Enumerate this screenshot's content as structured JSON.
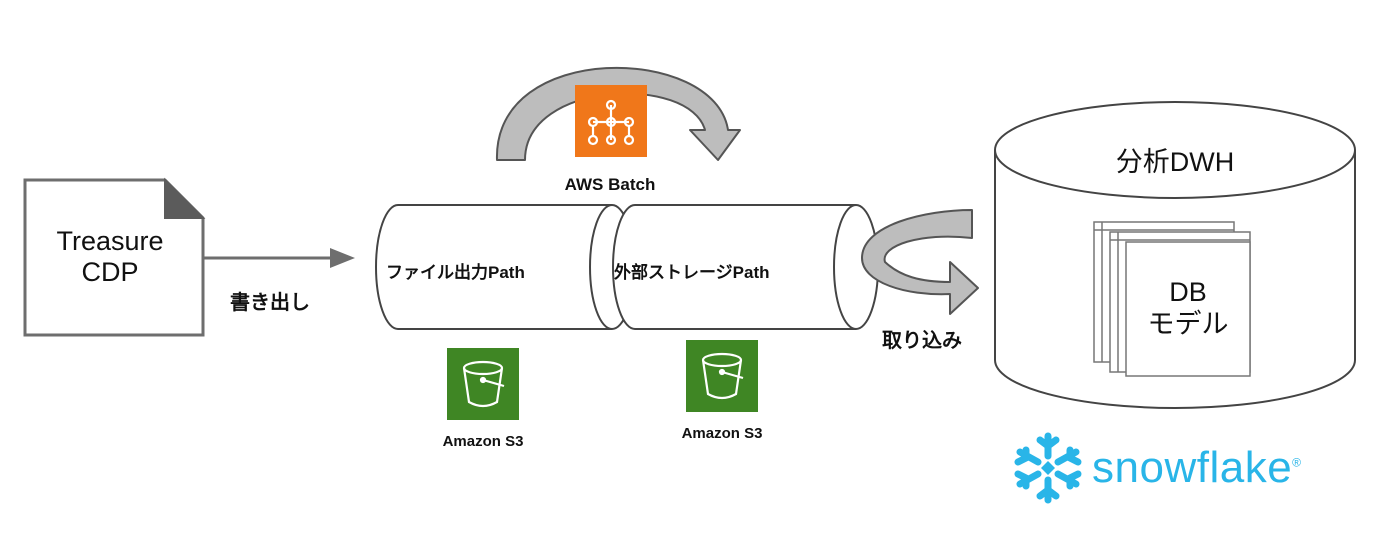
{
  "source_doc": {
    "line1": "Treasure",
    "line2": "CDP"
  },
  "export_label": "書き出し",
  "aws_batch": {
    "label": "AWS Batch",
    "icon": "aws-batch-icon",
    "color": "#f0771a"
  },
  "pipes": [
    {
      "label": "ファイル出力Path"
    },
    {
      "label": "外部ストレージPath"
    }
  ],
  "s3": [
    {
      "label": "Amazon S3",
      "icon": "s3-bucket-icon",
      "color": "#3f8624"
    },
    {
      "label": "Amazon S3",
      "icon": "s3-bucket-icon",
      "color": "#3f8624"
    }
  ],
  "import_label": "取り込み",
  "dwh": {
    "title": "分析DWH",
    "model_line1": "DB",
    "model_line2": "モデル"
  },
  "snowflake": {
    "wordmark": "snowflake",
    "registered": "®",
    "icon": "snowflake-logo-icon",
    "color": "#29b5e8"
  }
}
